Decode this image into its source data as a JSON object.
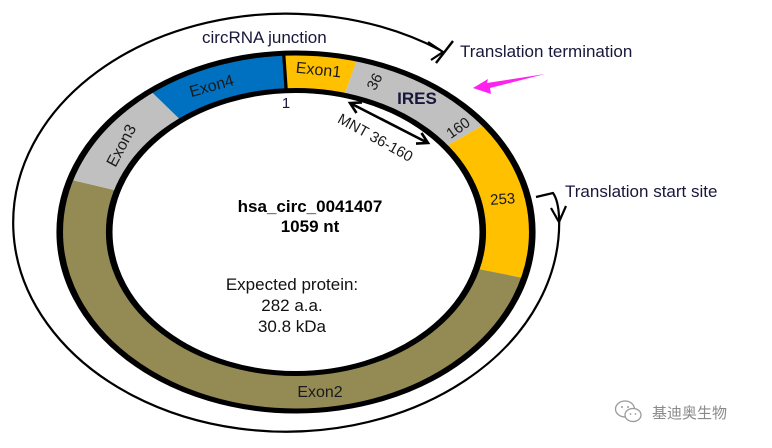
{
  "diagram": {
    "circ_id": "hsa_circ_0041407",
    "length": "1059 nt",
    "protein_label": "Expected protein:",
    "protein_aa": "282 a.a.",
    "protein_kda": "30.8 kDa",
    "annotations": {
      "junction": "circRNA junction",
      "termination": "Translation termination",
      "start_site": "Translation start site",
      "ires": "IRES",
      "mnt": "MNT 36-160"
    },
    "positions": {
      "p1": "1",
      "p36": "36",
      "p160": "160",
      "p253": "253"
    },
    "segments": [
      {
        "label": "Exon1",
        "color": "#FFC000",
        "start_deg": -3,
        "end_deg": 15
      },
      {
        "label": "IRES",
        "color": "#C0C0C0",
        "start_deg": 15,
        "end_deg": 53
      },
      {
        "label": "Exon1",
        "color": "#FFC000",
        "start_deg": 53,
        "end_deg": 105
      },
      {
        "label": "Exon2",
        "color": "#948A54",
        "start_deg": 105,
        "end_deg": 287
      },
      {
        "label": "Exon3",
        "color": "#C0C0C0",
        "start_deg": 287,
        "end_deg": 322
      },
      {
        "label": "Exon4",
        "color": "#0070C0",
        "start_deg": 322,
        "end_deg": 357
      }
    ],
    "colors": {
      "ring_border": "#000000",
      "pointer_arrow": "#FF22EE",
      "text": "#17173A"
    }
  },
  "watermark": {
    "icon": "wechat-icon",
    "text": "基迪奥生物"
  }
}
